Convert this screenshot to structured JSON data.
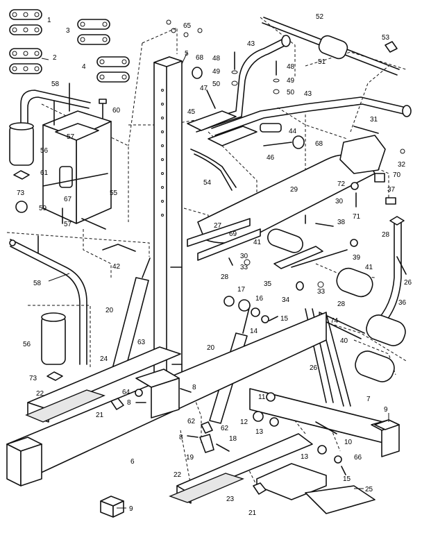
{
  "diagram": {
    "callouts": [
      {
        "id": "c1",
        "text": "1"
      },
      {
        "id": "c2",
        "text": "2"
      },
      {
        "id": "c3",
        "text": "3"
      },
      {
        "id": "c4",
        "text": "4"
      },
      {
        "id": "c5",
        "text": "5"
      },
      {
        "id": "c6",
        "text": "6"
      },
      {
        "id": "c7",
        "text": "7"
      },
      {
        "id": "c8a",
        "text": "8"
      },
      {
        "id": "c8b",
        "text": "8"
      },
      {
        "id": "c8c",
        "text": "8"
      },
      {
        "id": "c9a",
        "text": "9"
      },
      {
        "id": "c9b",
        "text": "9"
      },
      {
        "id": "c10",
        "text": "10"
      },
      {
        "id": "c11",
        "text": "11"
      },
      {
        "id": "c12",
        "text": "12"
      },
      {
        "id": "c13a",
        "text": "13"
      },
      {
        "id": "c13b",
        "text": "13"
      },
      {
        "id": "c14",
        "text": "14"
      },
      {
        "id": "c15a",
        "text": "15"
      },
      {
        "id": "c15b",
        "text": "15"
      },
      {
        "id": "c16",
        "text": "16"
      },
      {
        "id": "c17",
        "text": "17"
      },
      {
        "id": "c18",
        "text": "18"
      },
      {
        "id": "c19",
        "text": "19"
      },
      {
        "id": "c20a",
        "text": "20"
      },
      {
        "id": "c20b",
        "text": "20"
      },
      {
        "id": "c21a",
        "text": "21"
      },
      {
        "id": "c21b",
        "text": "21"
      },
      {
        "id": "c22a",
        "text": "22"
      },
      {
        "id": "c22b",
        "text": "22"
      },
      {
        "id": "c23",
        "text": "23"
      },
      {
        "id": "c24",
        "text": "24"
      },
      {
        "id": "c25",
        "text": "25"
      },
      {
        "id": "c26a",
        "text": "26"
      },
      {
        "id": "c26b",
        "text": "26"
      },
      {
        "id": "c27",
        "text": "27"
      },
      {
        "id": "c28a",
        "text": "28"
      },
      {
        "id": "c28b",
        "text": "28"
      },
      {
        "id": "c28c",
        "text": "28"
      },
      {
        "id": "c29",
        "text": "29"
      },
      {
        "id": "c30a",
        "text": "30"
      },
      {
        "id": "c30b",
        "text": "30"
      },
      {
        "id": "c31",
        "text": "31"
      },
      {
        "id": "c32",
        "text": "32"
      },
      {
        "id": "c33a",
        "text": "33"
      },
      {
        "id": "c33b",
        "text": "33"
      },
      {
        "id": "c34",
        "text": "34"
      },
      {
        "id": "c35",
        "text": "35"
      },
      {
        "id": "c36",
        "text": "36"
      },
      {
        "id": "c37",
        "text": "37"
      },
      {
        "id": "c38",
        "text": "38"
      },
      {
        "id": "c39",
        "text": "39"
      },
      {
        "id": "c40",
        "text": "40"
      },
      {
        "id": "c41a",
        "text": "41"
      },
      {
        "id": "c41b",
        "text": "41"
      },
      {
        "id": "c42",
        "text": "42"
      },
      {
        "id": "c43a",
        "text": "43"
      },
      {
        "id": "c43b",
        "text": "43"
      },
      {
        "id": "c44",
        "text": "44"
      },
      {
        "id": "c45",
        "text": "45"
      },
      {
        "id": "c46",
        "text": "46"
      },
      {
        "id": "c47",
        "text": "47"
      },
      {
        "id": "c48a",
        "text": "48"
      },
      {
        "id": "c48b",
        "text": "48"
      },
      {
        "id": "c49a",
        "text": "49"
      },
      {
        "id": "c49b",
        "text": "49"
      },
      {
        "id": "c50a",
        "text": "50"
      },
      {
        "id": "c50b",
        "text": "50"
      },
      {
        "id": "c51",
        "text": "51"
      },
      {
        "id": "c52",
        "text": "52"
      },
      {
        "id": "c53",
        "text": "53"
      },
      {
        "id": "c54",
        "text": "54"
      },
      {
        "id": "c55",
        "text": "55"
      },
      {
        "id": "c56a",
        "text": "56"
      },
      {
        "id": "c56b",
        "text": "56"
      },
      {
        "id": "c57a",
        "text": "57"
      },
      {
        "id": "c57b",
        "text": "57"
      },
      {
        "id": "c58a",
        "text": "58"
      },
      {
        "id": "c58b",
        "text": "58"
      },
      {
        "id": "c59",
        "text": "59"
      },
      {
        "id": "c60",
        "text": "60"
      },
      {
        "id": "c61",
        "text": "61"
      },
      {
        "id": "c62a",
        "text": "62"
      },
      {
        "id": "c62b",
        "text": "62"
      },
      {
        "id": "c63",
        "text": "63"
      },
      {
        "id": "c64",
        "text": "64"
      },
      {
        "id": "c65",
        "text": "65"
      },
      {
        "id": "c66",
        "text": "66"
      },
      {
        "id": "c67",
        "text": "67"
      },
      {
        "id": "c68a",
        "text": "68"
      },
      {
        "id": "c68b",
        "text": "68"
      },
      {
        "id": "c69",
        "text": "69"
      },
      {
        "id": "c70",
        "text": "70"
      },
      {
        "id": "c71",
        "text": "71"
      },
      {
        "id": "c72",
        "text": "72"
      },
      {
        "id": "c73a",
        "text": "73"
      },
      {
        "id": "c73b",
        "text": "73"
      },
      {
        "id": "c74",
        "text": "74"
      }
    ]
  }
}
